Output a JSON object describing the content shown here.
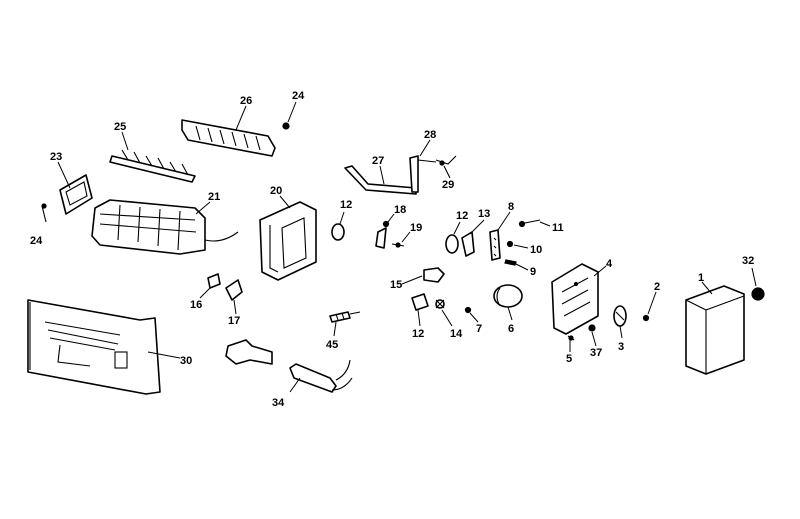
{
  "callouts": {
    "c1": "1",
    "c2": "2",
    "c3": "3",
    "c4": "4",
    "c5": "5",
    "c6": "6",
    "c7": "7",
    "c8": "8",
    "c9": "9",
    "c10": "10",
    "c11": "11",
    "c12a": "12",
    "c12b": "12",
    "c12c": "12",
    "c13": "13",
    "c14": "14",
    "c15": "15",
    "c16": "16",
    "c17": "17",
    "c18": "18",
    "c19": "19",
    "c20": "20",
    "c21": "21",
    "c23": "23",
    "c24a": "24",
    "c24b": "24",
    "c25": "25",
    "c26": "26",
    "c27": "27",
    "c28": "28",
    "c29": "29",
    "c30": "30",
    "c32": "32",
    "c34": "34",
    "c37": "37",
    "c45": "45"
  },
  "colors": {
    "line": "#000000",
    "background": "#ffffff"
  }
}
